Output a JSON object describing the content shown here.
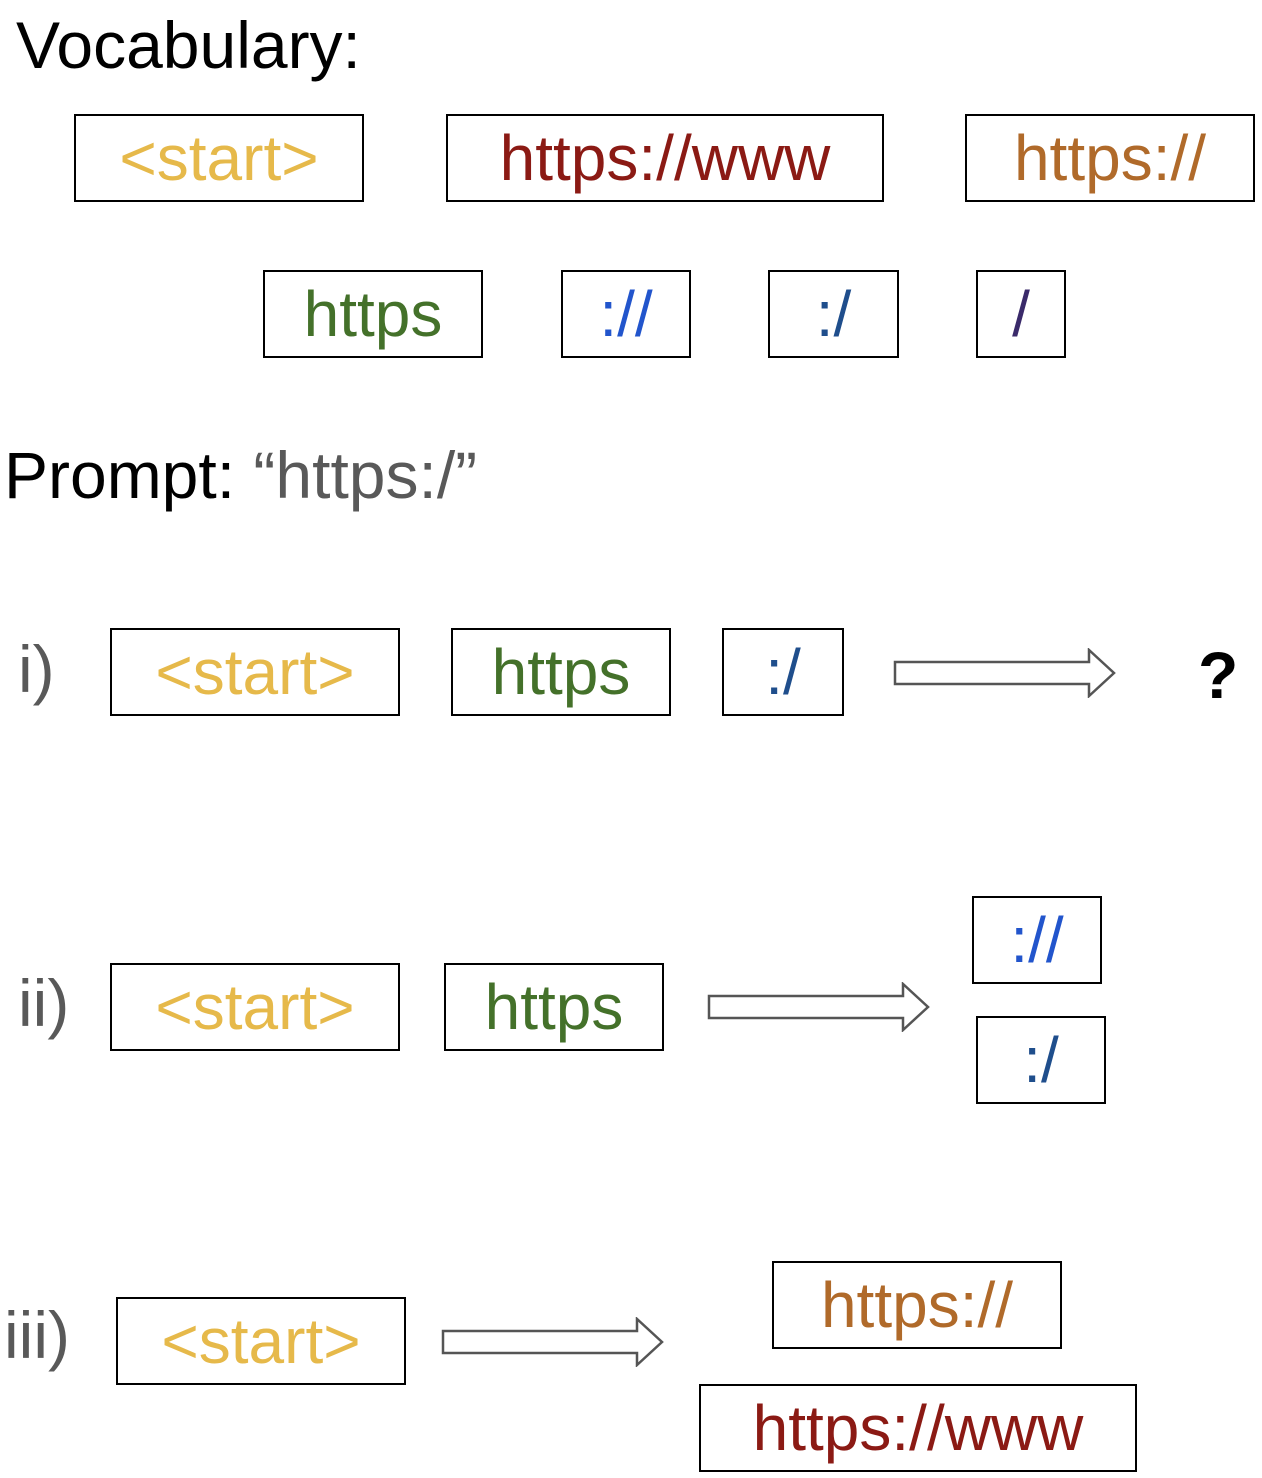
{
  "title": "Vocabulary:",
  "prompt": {
    "label": "Prompt:",
    "text": "“https:/”"
  },
  "tokens": {
    "start": "<start>",
    "https_www": "https://www",
    "https_slashes": "https://",
    "https": "https",
    "colon_slash_slash": "://",
    "colon_slash": ":/",
    "slash": "/"
  },
  "rows": {
    "i": {
      "label": "i)",
      "result": "?"
    },
    "ii": {
      "label": "ii)"
    },
    "iii": {
      "label": "iii)"
    }
  },
  "colors": {
    "start": "#e6b94a",
    "https_www": "#8b1a14",
    "https_slashes": "#b06a2a",
    "https": "#44712a",
    "colon_slash_slash": "#2255cc",
    "colon_slash": "#1f4e8c",
    "slash": "#3a2a6a",
    "label_gray": "#595959"
  },
  "icons": {
    "arrow": "hollow-right-arrow"
  }
}
